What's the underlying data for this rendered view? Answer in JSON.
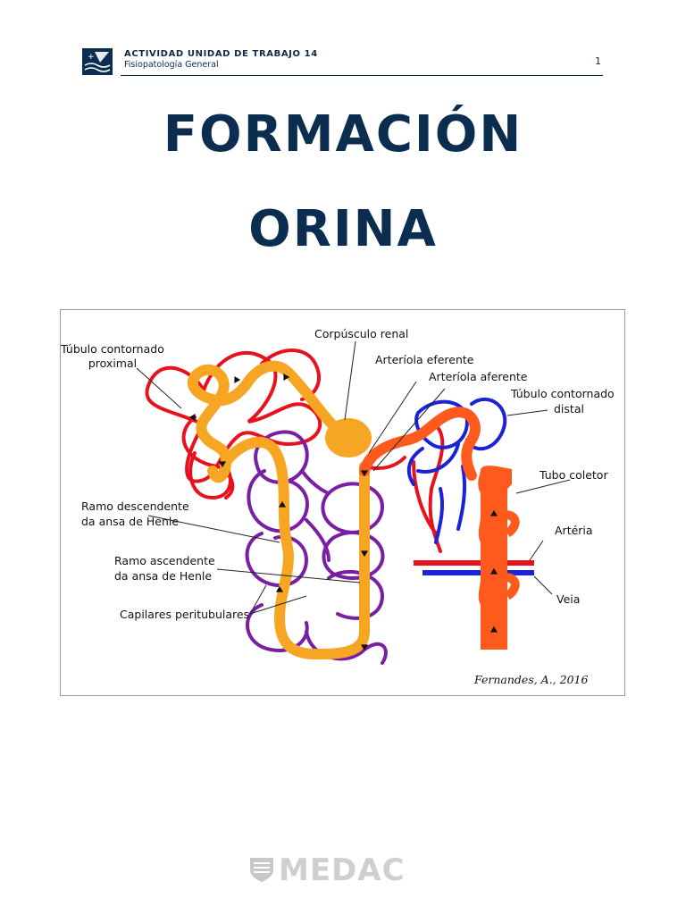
{
  "header": {
    "title": "ACTIVIDAD UNIDAD DE TRABAJO 14",
    "subtitle": "Fisiopatología General",
    "page_number": "1"
  },
  "title": {
    "line1": "FORMACIÓN",
    "line2": "ORINA"
  },
  "figure": {
    "labels": {
      "tubulo_proximal_1": "Túbulo contornado",
      "tubulo_proximal_2": "proximal",
      "corpusculo": "Corpúsculo renal",
      "arteriola_eferente": "Arteríola eferente",
      "arteriola_aferente": "Arteríola aferente",
      "tubulo_distal_1": "Túbulo contornado",
      "tubulo_distal_2": "distal",
      "tubo_coletor": "Tubo coletor",
      "ramo_desc_1": "Ramo descendente",
      "ramo_desc_2": "da ansa de Henle",
      "arteria": "Artéria",
      "ramo_asc_1": "Ramo ascendente",
      "ramo_asc_2": "da ansa de Henle",
      "veia": "Veia",
      "capilares": "Capilares peritubulares"
    },
    "credit": "Fernandes, A., 2016"
  },
  "footer": {
    "brand": "MEDAC"
  },
  "colors": {
    "navy": "#0b2d4f",
    "tubule_yellow": "#f6a623",
    "tubule_orange": "#ff5a1e",
    "vessel_red": "#e8121e",
    "vessel_blue": "#1c22d8",
    "capillary_purple": "#7a1fa3"
  }
}
